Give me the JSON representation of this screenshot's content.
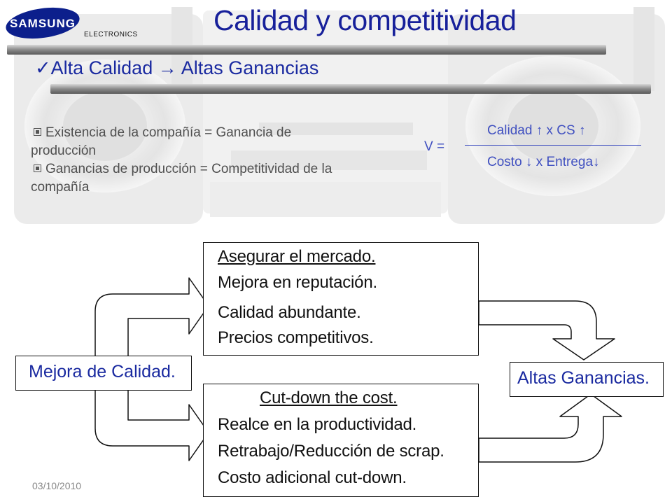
{
  "header": {
    "logo_text": "SAMSUNG",
    "electronics": "ELECTRONICS",
    "title": "Calidad y competitividad"
  },
  "subtitle": "Alta Calidad → Altas Ganancias",
  "bullets": [
    "Existencia de la compañía = Ganancia de",
    "producción",
    "Ganancias de producción = Competitividad de la",
    "compañía"
  ],
  "formula": {
    "lhs": "V =",
    "numerator": "Calidad ↑  x   CS ↑",
    "denominator": "Costo ↓   x   Entrega↓"
  },
  "diagram": {
    "start": "Mejora de Calidad.",
    "end": "Altas Ganancias.",
    "top_box": [
      "Asegurar el mercado.",
      "Mejora en reputación.",
      "Calidad abundante.",
      "Precios competitivos."
    ],
    "bottom_box": [
      "Cut-down the cost.",
      "Realce en la productividad.",
      "Retrabajo/Reducción de scrap.",
      "Costo adicional cut-down."
    ]
  },
  "footer": {
    "date": "03/10/2010"
  },
  "colors": {
    "title": "#17209a",
    "accent_blue": "#1a2aa0",
    "formula": "#4050c0"
  }
}
